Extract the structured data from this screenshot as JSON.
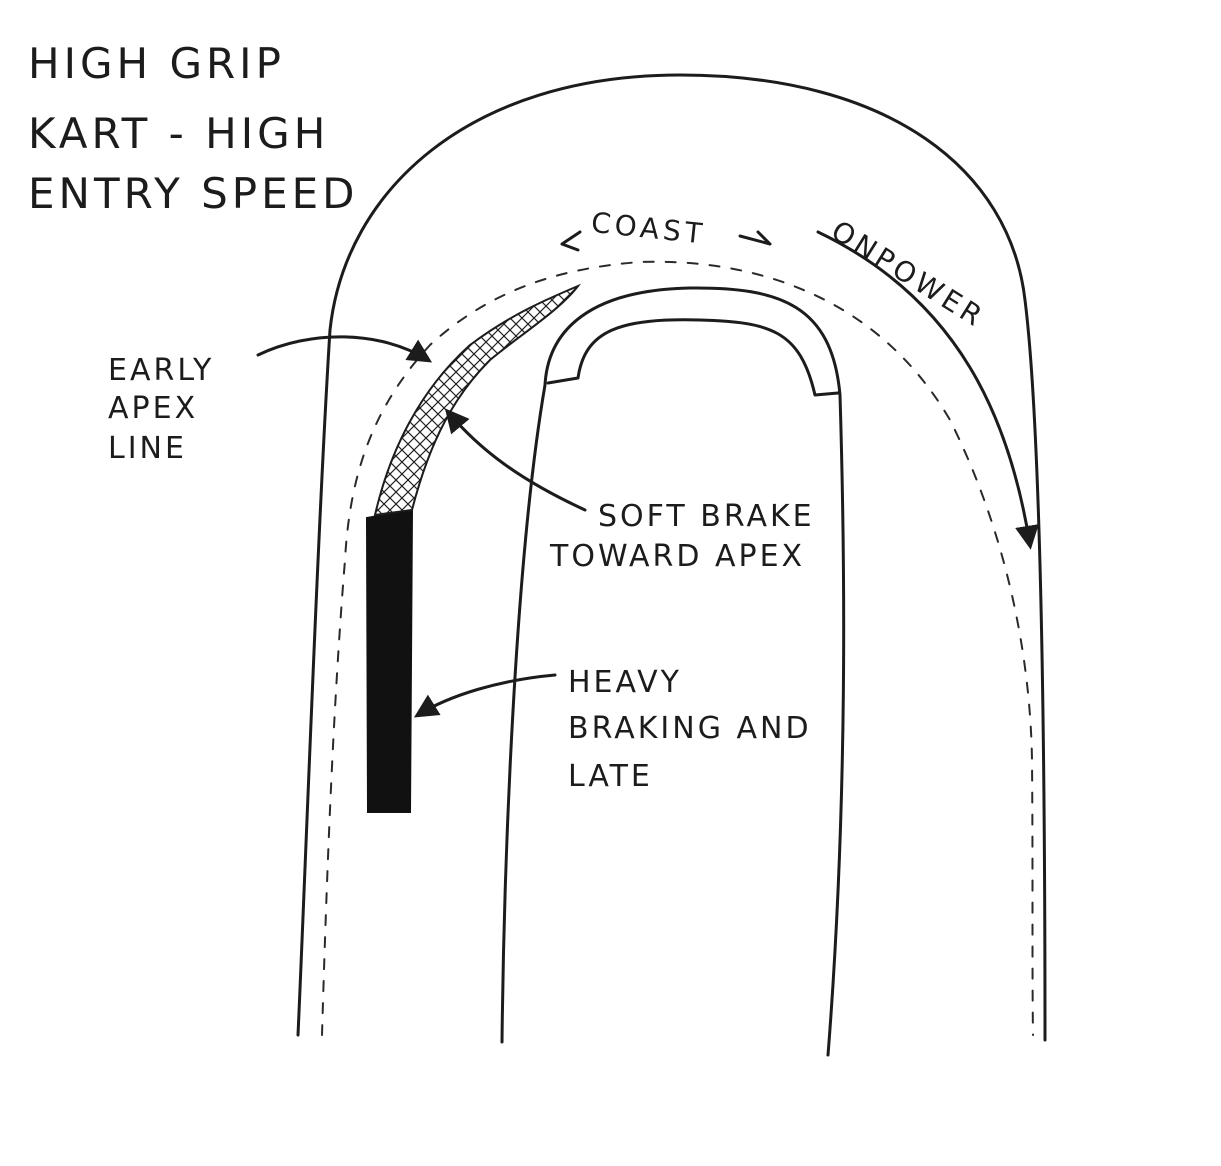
{
  "title": {
    "lines": [
      "HIGH GRIP",
      "KART - HIGH",
      "ENTRY SPEED"
    ]
  },
  "labels": {
    "coast": "COAST",
    "on_power": "ONPOWER",
    "early_apex": [
      "EARLY",
      "APEX",
      "LINE"
    ],
    "soft_brake": [
      "SOFT BRAKE",
      "TOWARD APEX"
    ],
    "heavy_braking": [
      "HEAVY",
      "BRAKING AND",
      "LATE"
    ]
  },
  "colors": {
    "ink": "#1c1c1c",
    "paper": "#ffffff"
  }
}
